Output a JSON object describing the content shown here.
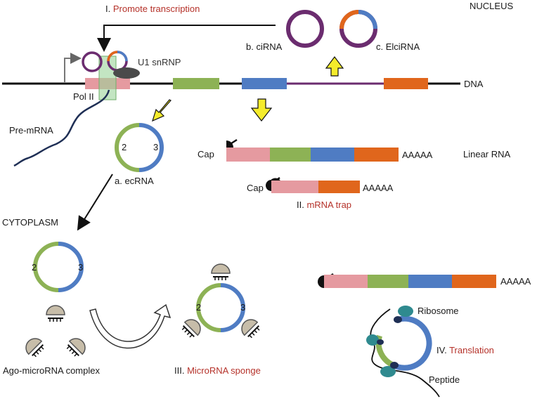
{
  "colors": {
    "green": "#8db255",
    "blue": "#4f7cc3",
    "purple": "#6b2c6f",
    "orange": "#e0661c",
    "pink": "#e59aa0",
    "red_text": "#b5322a",
    "yellow": "#f5ec2b",
    "ago": "#c7bda9",
    "ribosome": "#2f8a8f"
  },
  "labels": {
    "nucleus": "NUCLEUS",
    "cytoplasm": "CYTOPLASM",
    "dna": "DNA",
    "pol_ii": "Pol II",
    "u1_snrnp": "U1 snRNP",
    "pre_mrna": "Pre-mRNA",
    "promote_num": "I. ",
    "promote_text": "Promote transcription",
    "cirna": "b. ciRNA",
    "elcirna": "c. ElciRNA",
    "ecrna": "a. ecRNA",
    "exon2": "2",
    "exon3": "3",
    "cap": "Cap",
    "polya": "AAAAA",
    "linear_rna": "Linear RNA",
    "mrna_trap_num": "II. ",
    "mrna_trap_text": "mRNA trap",
    "sponge_num": "III. ",
    "sponge_text": "MicroRNA sponge",
    "ago_complex": "Ago-microRNA complex",
    "ribosome": "Ribosome",
    "translation_num": "IV. ",
    "translation_text": "Translation",
    "peptide": "Peptide"
  }
}
